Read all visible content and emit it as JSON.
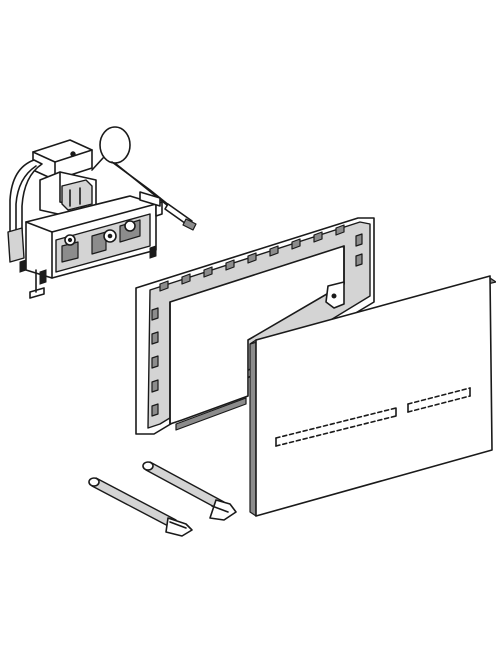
{
  "diagram": {
    "components": [
      {
        "id": "actuator-module",
        "icon": "flush-actuator-mechanism"
      },
      {
        "id": "mounting-frame",
        "icon": "rectangular-mounting-frame"
      },
      {
        "id": "cover-plate",
        "icon": "glass-cover-plate-with-dashed-sensor-lines"
      },
      {
        "id": "adjustment-tools",
        "icon": "two-mounting-bolts"
      }
    ],
    "colors": {
      "line": "#1a1a1a",
      "fill_light": "#d4d4d4",
      "fill_dark": "#8c8c8c",
      "background": "#ffffff"
    }
  }
}
